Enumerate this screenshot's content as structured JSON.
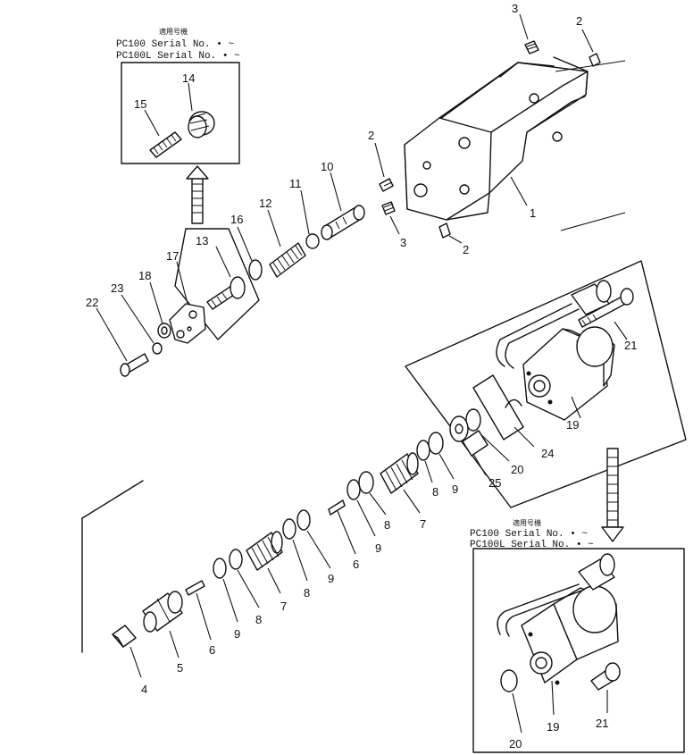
{
  "callouts": {
    "n1": "1",
    "n2a": "2",
    "n2b": "2",
    "n2c": "2",
    "n3a": "3",
    "n3b": "3",
    "n4": "4",
    "n5": "5",
    "n6a": "6",
    "n6b": "6",
    "n7a": "7",
    "n7b": "7",
    "n8a": "8",
    "n8b": "8",
    "n8c": "8",
    "n9a": "9",
    "n9b": "9",
    "n9c": "9",
    "n9d": "9",
    "n10": "10",
    "n11": "11",
    "n12": "12",
    "n13": "13",
    "n14": "14",
    "n15": "15",
    "n16": "16",
    "n17": "17",
    "n18": "18",
    "n19a": "19",
    "n19b": "19",
    "n20a": "20",
    "n20b": "20",
    "n21a": "21",
    "n21b": "21",
    "n22": "22",
    "n23": "23",
    "n24": "24",
    "n25": "25"
  },
  "note_top": {
    "heading": "適用号機",
    "line1": "PC100  Serial No.  • ~",
    "line2": "PC100L Serial No.  • ~"
  },
  "note_bottom": {
    "heading": "適用号機",
    "line1": "PC100  Serial  No.  • ~",
    "line2": "PC100L Serial  No.  • ~"
  }
}
